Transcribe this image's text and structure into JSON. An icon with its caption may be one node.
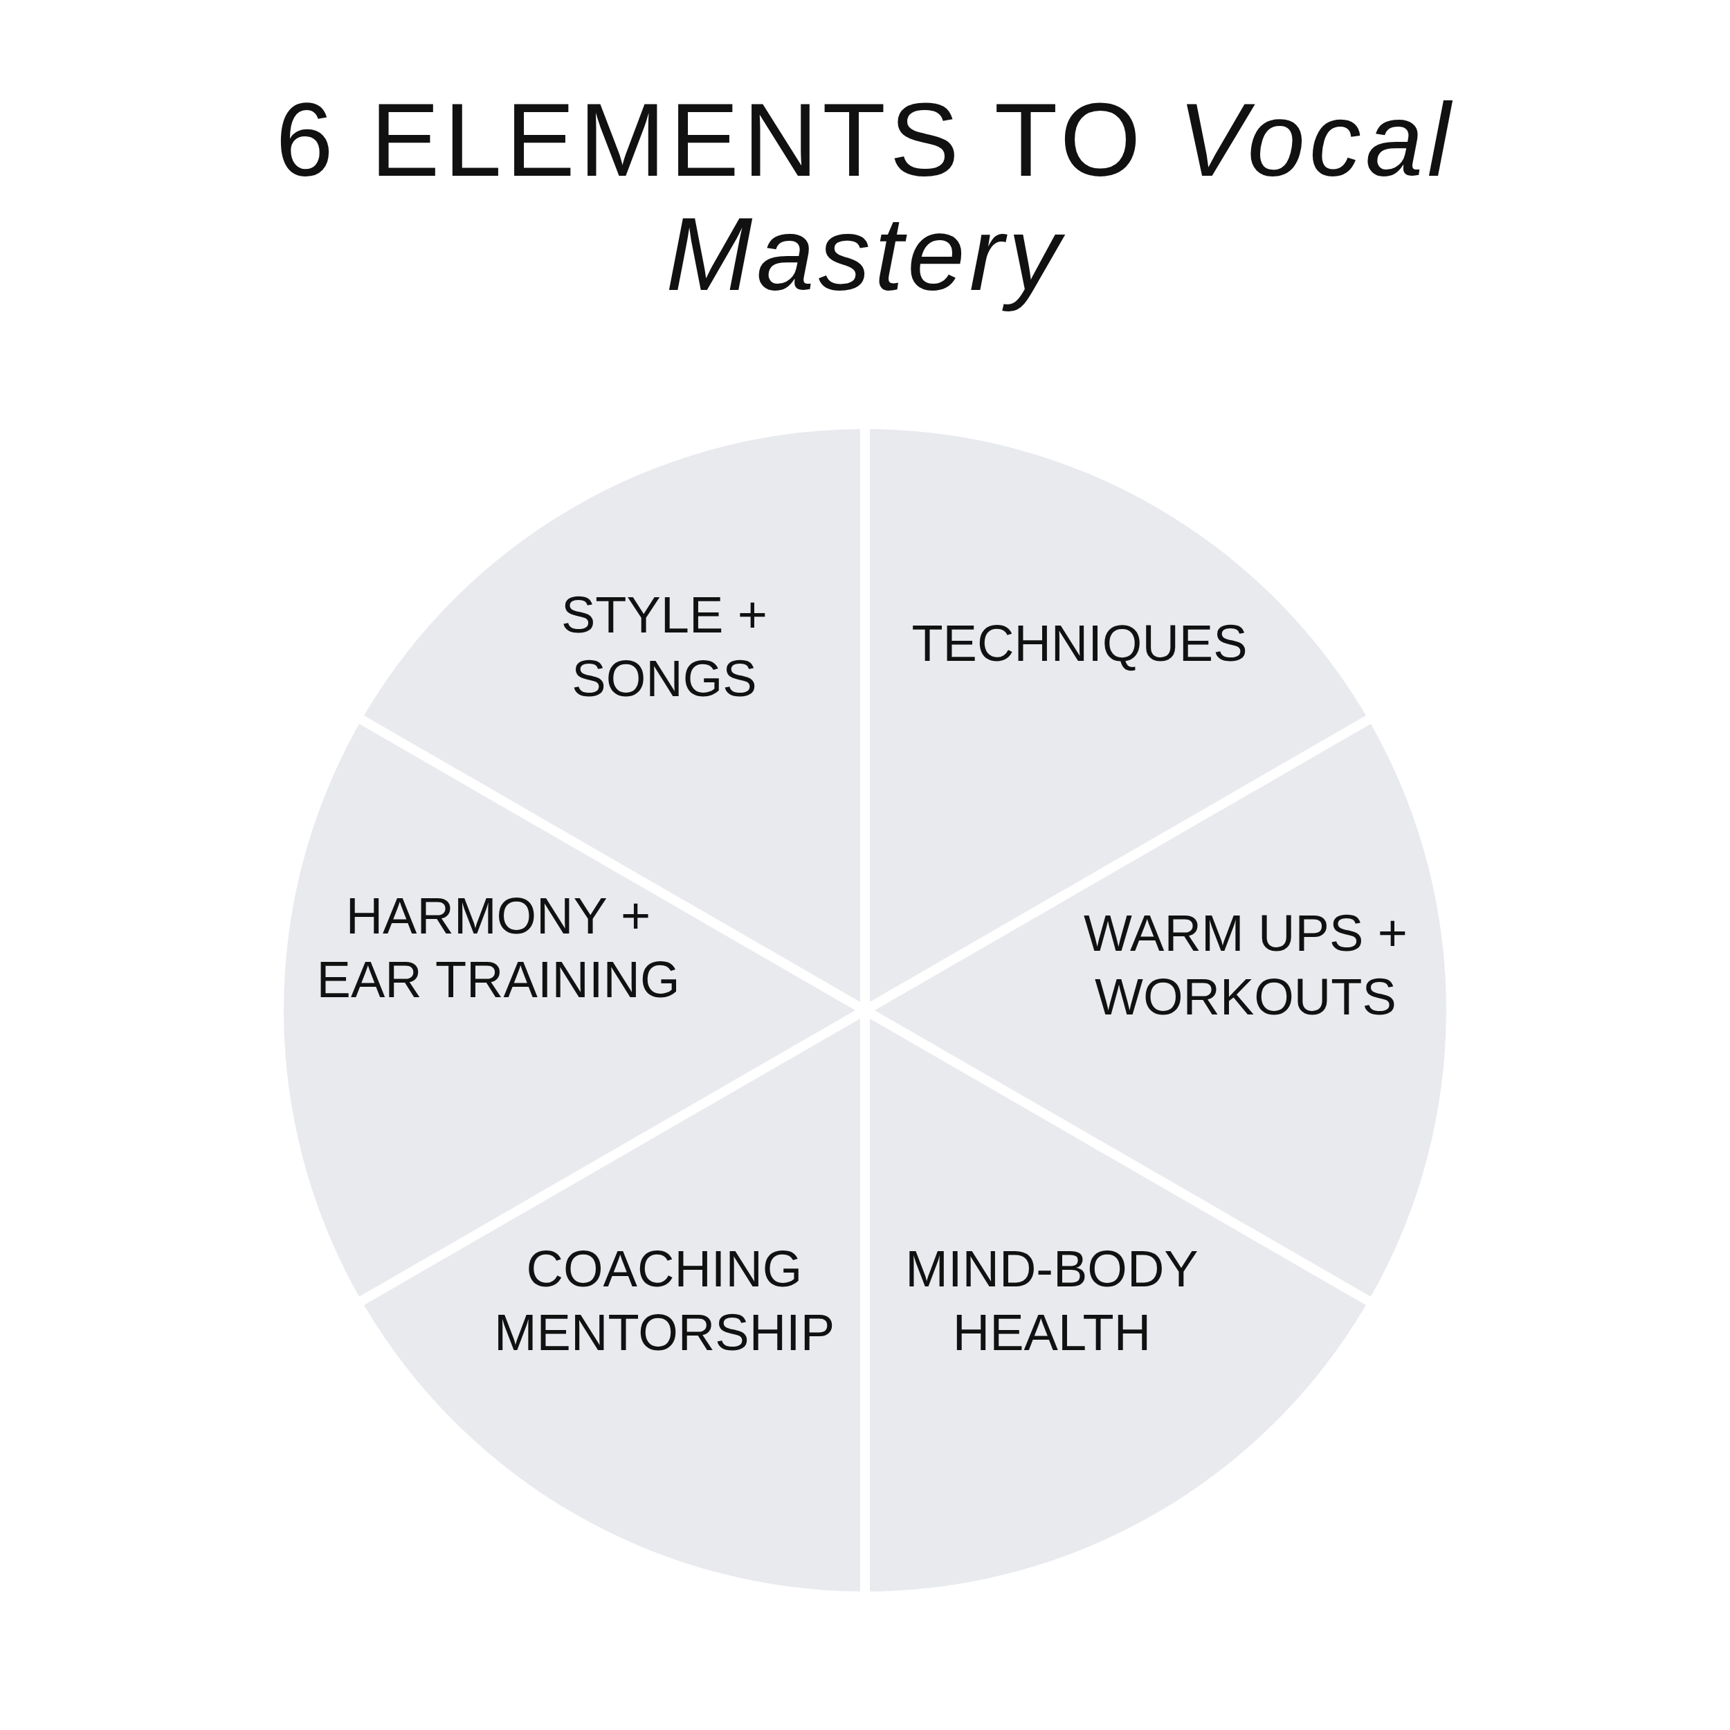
{
  "diagram": {
    "title": "6 ELEMENTS TO *Vocal Mastery*",
    "nodes": [
      {
        "text": [
          "STYLE + SONGS"
        ]
      },
      {
        "text": [
          "TECHNIQUES"
        ]
      },
      {
        "text": [
          "HARMONY + EAR TRAINING"
        ]
      },
      {
        "text": [
          "WARM UPS + WORKOUTS"
        ]
      },
      {
        "text": [
          "COACHING MENTORSHIP"
        ]
      },
      {
        "text": [
          "MIND-BODY HEALTH"
        ]
      }
    ],
    "edges": []
  }
}
